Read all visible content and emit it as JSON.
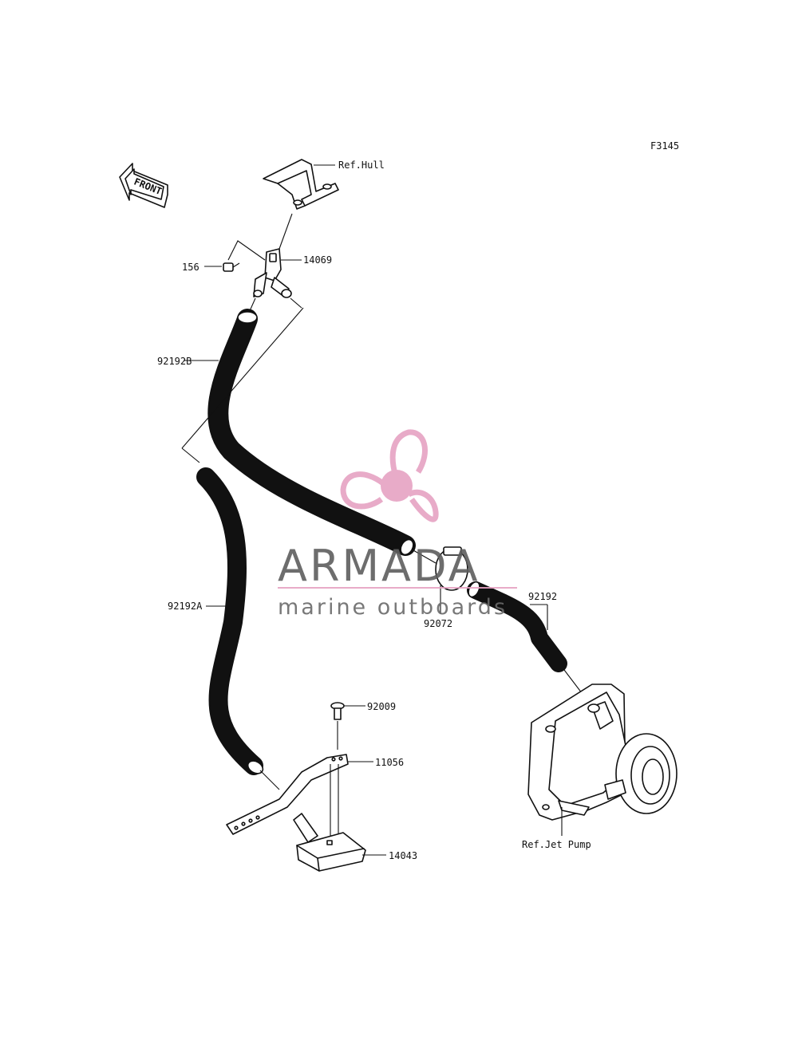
{
  "figure_code": "F3145",
  "front_label": "FRONT",
  "watermark": {
    "brand": "ARMADA",
    "tagline": "marine outboards",
    "accent": "#e6a2c3",
    "text_color": "#5e5e5e"
  },
  "callouts": {
    "ref_hull": "Ref.Hull",
    "p156": "156",
    "p14069": "14069",
    "p92192B": "92192B",
    "p92192A": "92192A",
    "p92072": "92072",
    "p92192": "92192",
    "p92009": "92009",
    "p11056": "11056",
    "p14043": "14043",
    "ref_jet_pump": "Ref.Jet Pump"
  }
}
